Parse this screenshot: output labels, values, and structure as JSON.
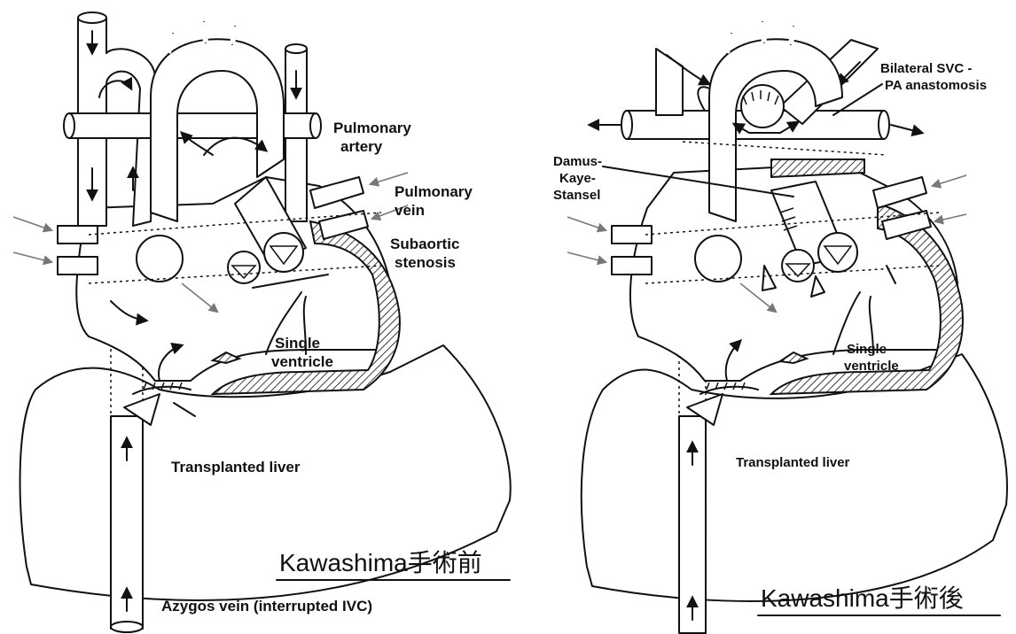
{
  "left_diagram": {
    "labels": {
      "pulmonary_artery_1": "Pulmonary",
      "pulmonary_artery_2": "artery",
      "pulmonary_vein_1": "Pulmonary",
      "pulmonary_vein_2": "vein",
      "subaortic_1": "Subaortic",
      "subaortic_2": "stenosis",
      "single_ventricle_1": "Single",
      "single_ventricle_2": "ventricle",
      "transplanted_liver": "Transplanted liver",
      "azygos": "Azygos vein (interrupted IVC)"
    },
    "title": "Kawashima手術前"
  },
  "right_diagram": {
    "labels": {
      "bilateral_1": "Bilateral SVC -",
      "bilateral_2": "PA anastomosis",
      "dks_1": "Damus-",
      "dks_2": "Kaye-",
      "dks_3": "Stansel",
      "single_ventricle_1": "Single",
      "single_ventricle_2": "ventricle",
      "transplanted_liver": "Transplanted liver"
    },
    "title": "Kawashima手術後"
  }
}
